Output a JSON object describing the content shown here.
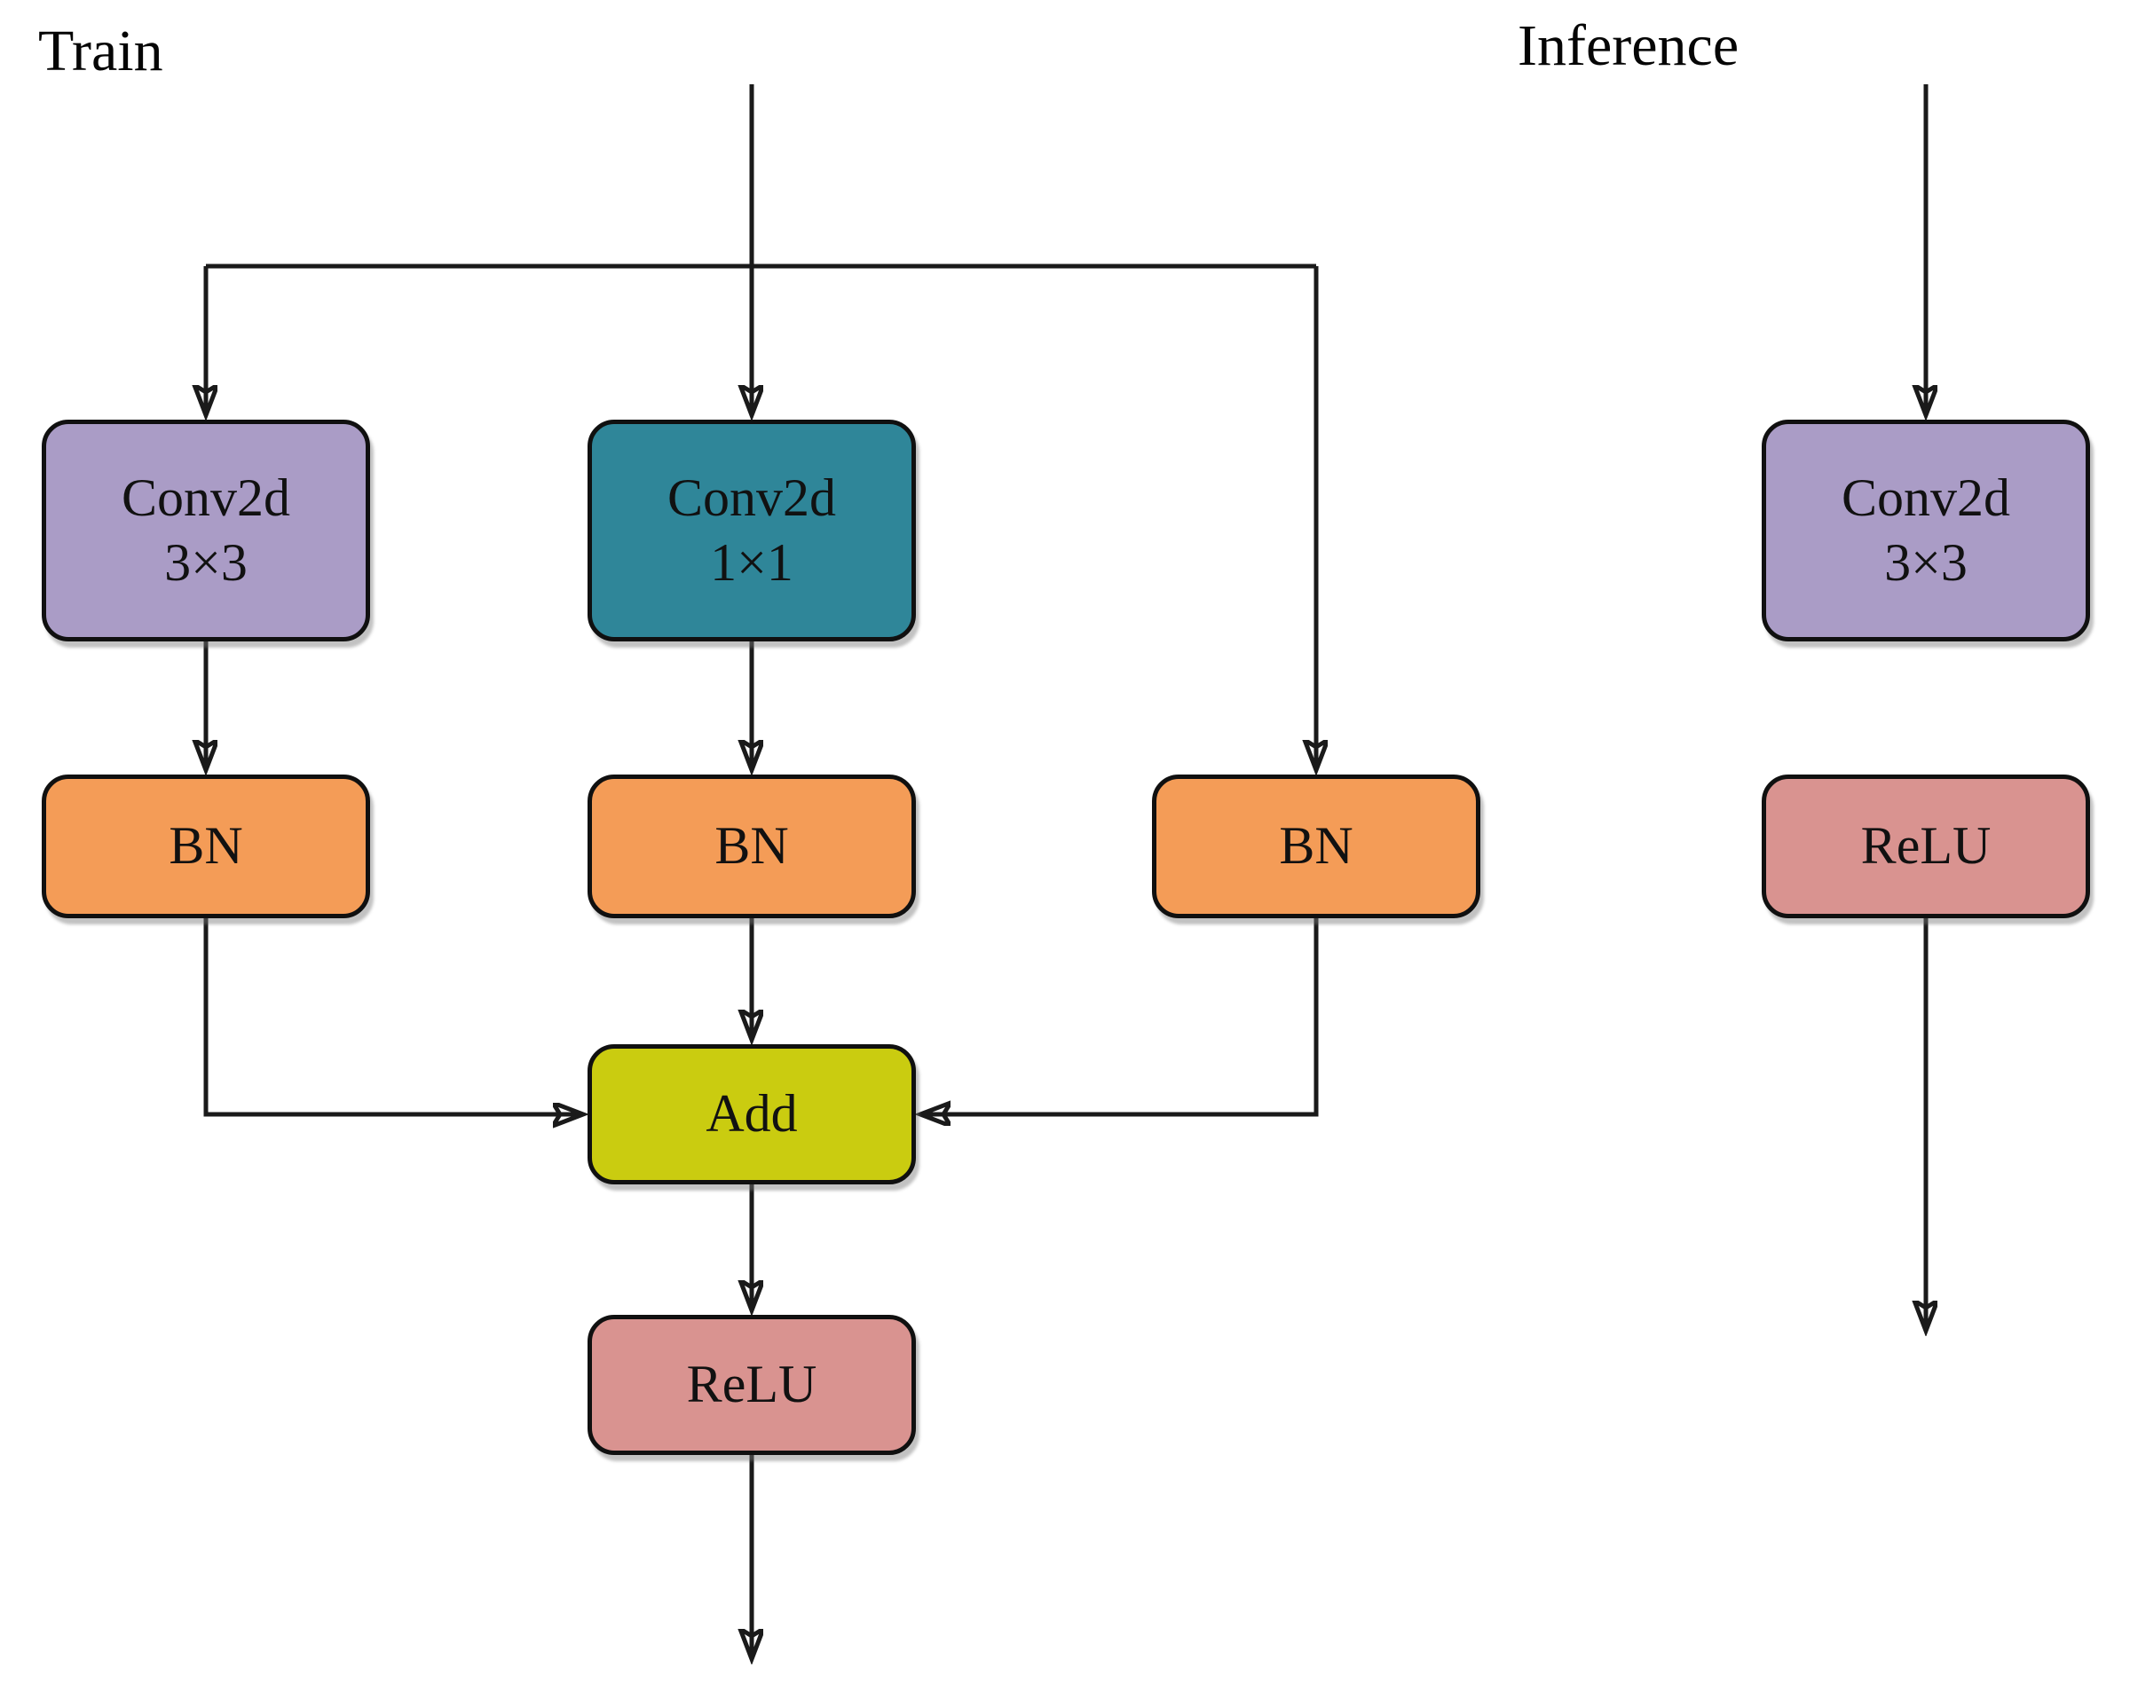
{
  "figure": {
    "train": {
      "title": "Train",
      "nodes": {
        "conv3x3": {
          "label": "Conv2d",
          "sublabel": "3×3",
          "fill": "#AA9CC6"
        },
        "conv1x1": {
          "label": "Conv2d",
          "sublabel": "1×1",
          "fill": "#2F8699"
        },
        "bn_left": {
          "label": "BN",
          "fill": "#F49C57"
        },
        "bn_mid": {
          "label": "BN",
          "fill": "#F49C57"
        },
        "bn_right": {
          "label": "BN",
          "fill": "#F49C57"
        },
        "add": {
          "label": "Add",
          "fill": "#CACC10"
        },
        "relu": {
          "label": "ReLU",
          "fill": "#D99390"
        }
      }
    },
    "inference": {
      "title": "Inference",
      "nodes": {
        "conv3x3": {
          "label": "Conv2d",
          "sublabel": "3×3",
          "fill": "#AA9CC6"
        },
        "relu": {
          "label": "ReLU",
          "fill": "#D99390"
        }
      }
    },
    "line_color": "#1a1a1a"
  }
}
